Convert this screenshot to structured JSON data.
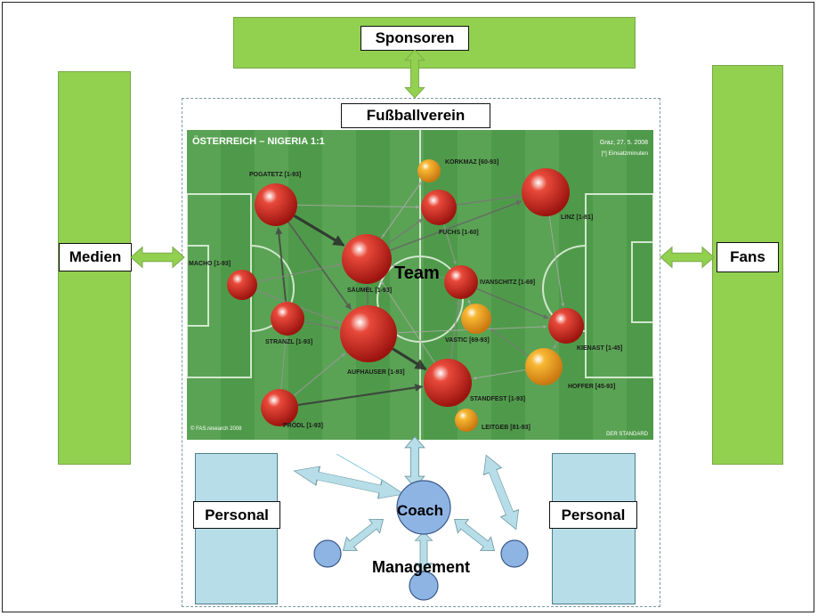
{
  "labels": {
    "sponsors": "Sponsoren",
    "media": "Medien",
    "fans": "Fans",
    "club": "Fußballverein",
    "team": "Team",
    "coach": "Coach",
    "management": "Management",
    "staff_left": "Personal",
    "staff_right": "Personal"
  },
  "graphic": {
    "title": "ÖSTERREICH – NIGERIA 1:1",
    "date": "Graz, 27. 5. 2008",
    "note": "[*] Einsatzminuten",
    "credit": "© FAS.research 2008",
    "publisher": "DER STANDARD"
  },
  "players": [
    {
      "name": "POGATETZ [1-93]",
      "color": "#d62a20"
    },
    {
      "name": "MACHO [1-93]",
      "color": "#d62a20"
    },
    {
      "name": "STRANZL [1-93]",
      "color": "#d62a20"
    },
    {
      "name": "SÄUMEL [1-93]",
      "color": "#d62a20"
    },
    {
      "name": "AUFHAUSER [1-93]",
      "color": "#d62a20"
    },
    {
      "name": "PRÖDL [1-93]",
      "color": "#d62a20"
    },
    {
      "name": "KORKMAZ [60-93]",
      "color": "#f0a020"
    },
    {
      "name": "FUCHS [1-60]",
      "color": "#d62a20"
    },
    {
      "name": "LINZ [1-81]",
      "color": "#d62a20"
    },
    {
      "name": "IVANSCHITZ [1-69]",
      "color": "#d62a20"
    },
    {
      "name": "VASTIC [69-93]",
      "color": "#f0a020"
    },
    {
      "name": "KIENAST [1-45]",
      "color": "#d62a20"
    },
    {
      "name": "HOFFER [45-93]",
      "color": "#f0a020"
    },
    {
      "name": "STANDFEST [1-93]",
      "color": "#d62a20"
    },
    {
      "name": "LEITGEB [81-93]",
      "color": "#f0a020"
    }
  ],
  "colors": {
    "green": "#92d050",
    "teal": "#b7dee8",
    "coach_blue": "#8eb4e3",
    "pitch_dark": "#4f9a4a",
    "pitch_light": "#63ac5a"
  }
}
